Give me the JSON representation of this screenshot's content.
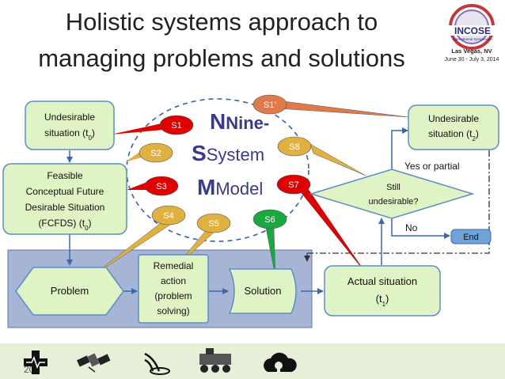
{
  "slide": {
    "title_line1": "Holistic systems approach to",
    "title_line2": "managing problems and solutions",
    "page_number": "20"
  },
  "logo": {
    "name": "INCOSE",
    "subtitle": "International Symposium",
    "location": "Las Vegas, NV",
    "dates": "June 30 - July 3, 2014"
  },
  "model": {
    "part1": "Nine-",
    "part2": "System",
    "part3": "Model"
  },
  "nodes": {
    "undesirable_t0": {
      "line1": "Undesirable",
      "line2": "situation (t",
      "sub": "0",
      "close": ")"
    },
    "fcfds": {
      "line1": "Feasible",
      "line2": "Conceptual Future",
      "line3": "Desirable Situation",
      "line4": "(FCFDS) (t",
      "sub": "0",
      "close": ")"
    },
    "problem": {
      "label": "Problem"
    },
    "remedial": {
      "line1": "Remedial",
      "line2": "action",
      "line3": "(problem",
      "line4": "solving)"
    },
    "solution": {
      "label": "Solution"
    },
    "actual": {
      "line1": "Actual situation",
      "line2": "(t",
      "sub": "1",
      "close": ")"
    },
    "still": {
      "line1": "Still",
      "line2": "undesirable?"
    },
    "undesirable_t2": {
      "line1": "Undesirable",
      "line2": "situation (t",
      "sub": "2",
      "close": ")"
    },
    "end": {
      "label": "End"
    }
  },
  "branches": {
    "yes": "Yes or partial",
    "no": "No"
  },
  "callouts": {
    "s1": "S1",
    "s1p": "S1’",
    "s2": "S2",
    "s3": "S3",
    "s4": "S4",
    "s5": "S5",
    "s6": "S6",
    "s7": "S7",
    "s8": "S8"
  },
  "icons": [
    "health-cross-icon",
    "satellite-icon",
    "wireless-icon",
    "rover-icon",
    "cloud-icon"
  ],
  "colors": {
    "node_fill": "#dff3c4",
    "node_stroke": "#5b8ec6",
    "band_fill": "#a6b4d6",
    "model_text": "#3a3a8c",
    "callout_red": "#e00000",
    "callout_orange": "#e07a4a",
    "callout_gold": "#e0b040",
    "callout_green": "#1aa840"
  }
}
